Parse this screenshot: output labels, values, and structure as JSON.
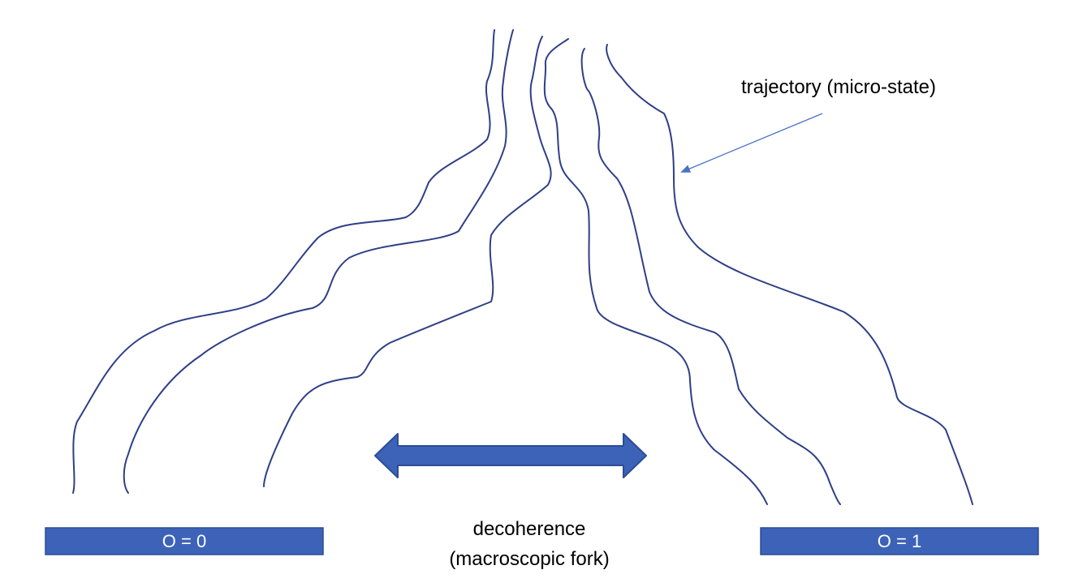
{
  "colors": {
    "trajectory_stroke": "#2f3f86",
    "box_fill": "#3c63b8",
    "box_border": "#2d4d93",
    "annotation_arrow": "#4a72c4",
    "text": "#000000"
  },
  "labels": {
    "trajectory": "trajectory (micro-state)",
    "decoherence_line1": "decoherence",
    "decoherence_line2": "(macroscopic fork)"
  },
  "outcome_boxes": {
    "left": "O = 0",
    "right": "O = 1"
  },
  "icons": {
    "fork_arrow": "double-headed-arrow-icon",
    "pointer_arrow": "pointer-arrow-icon"
  }
}
